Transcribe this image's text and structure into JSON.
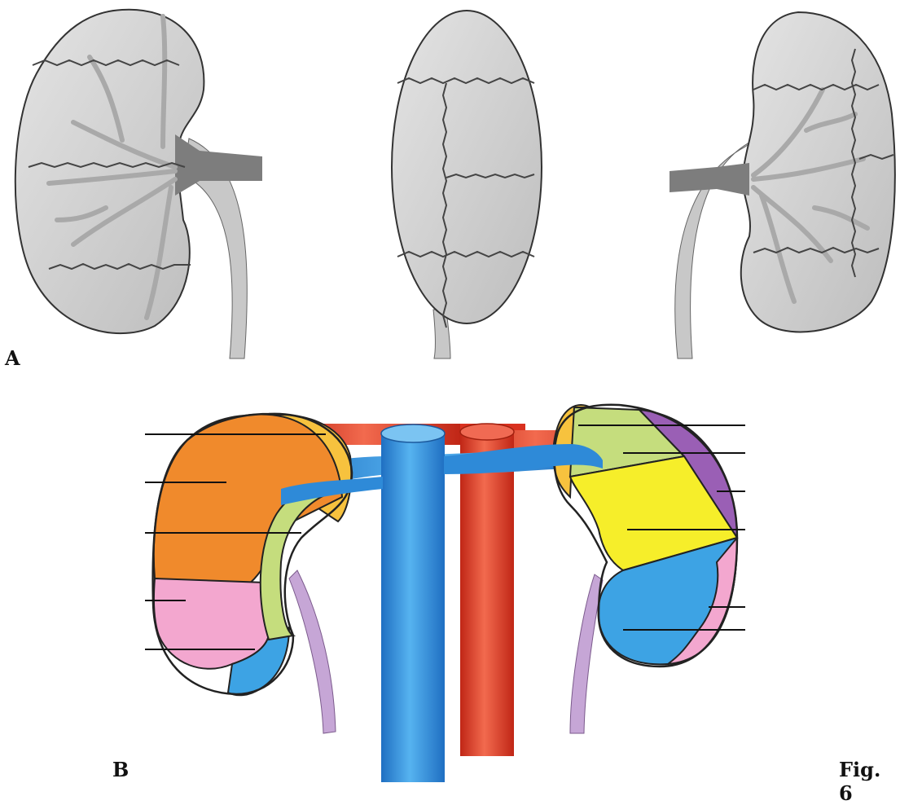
{
  "panel_a": {
    "label": "A"
  },
  "panel_b": {
    "label": "B"
  },
  "figure_label": "Fig. 6",
  "colors": {
    "kidney_gray": "#d8d8d8",
    "kidney_outline": "#333333",
    "vessel_gray": "#8f8f8f",
    "orange": "#f08a2c",
    "light_orange": "#f7c23e",
    "pink": "#f3a7cf",
    "blue": "#3da3e4",
    "green": "#c5dd7d",
    "yellow": "#f6ee2a",
    "purple": "#9a5fb5",
    "vena_cava": "#2e8ad8",
    "aorta": "#e23b26",
    "ureter": "#c6a6d6"
  }
}
